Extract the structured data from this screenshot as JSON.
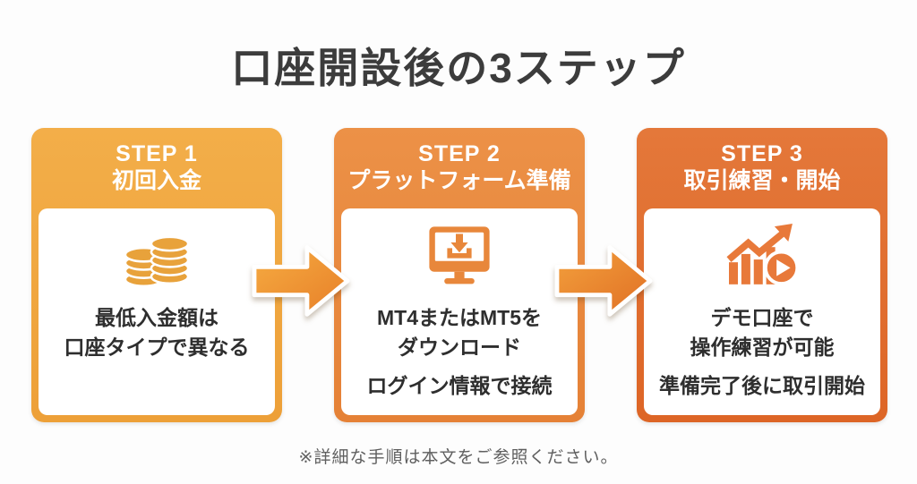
{
  "title": "口座開設後の3ステップ",
  "footer": "※詳細な手順は本文をご参照ください。",
  "colors": {
    "card1_theme": "#EFA63D",
    "card2_theme": "#E8893C",
    "card3_theme": "#E0702E",
    "arrow_gradient_start": "#F6AC42",
    "arrow_gradient_end": "#E77F28",
    "title_text": "#3C3C3C",
    "body_text": "#2E2E2E",
    "footer_text": "#5F5F5F",
    "icon_coins": "#E8A23B",
    "icon_monitor": "#E8873B",
    "icon_chart": "#E8793A"
  },
  "steps": [
    {
      "label": "STEP 1",
      "name": "初回入金",
      "icon": "coins-icon",
      "line1": "最低入金額は",
      "line2": "口座タイプで異なる",
      "note": ""
    },
    {
      "label": "STEP 2",
      "name": "プラットフォーム準備",
      "icon": "monitor-download-icon",
      "line1": "MT4またはMT5を",
      "line2": "ダウンロード",
      "note": "ログイン情報で接続"
    },
    {
      "label": "STEP 3",
      "name": "取引練習・開始",
      "icon": "growth-chart-play-icon",
      "line1": "デモ口座で",
      "line2": "操作練習が可能",
      "note": "準備完了後に取引開始"
    }
  ]
}
